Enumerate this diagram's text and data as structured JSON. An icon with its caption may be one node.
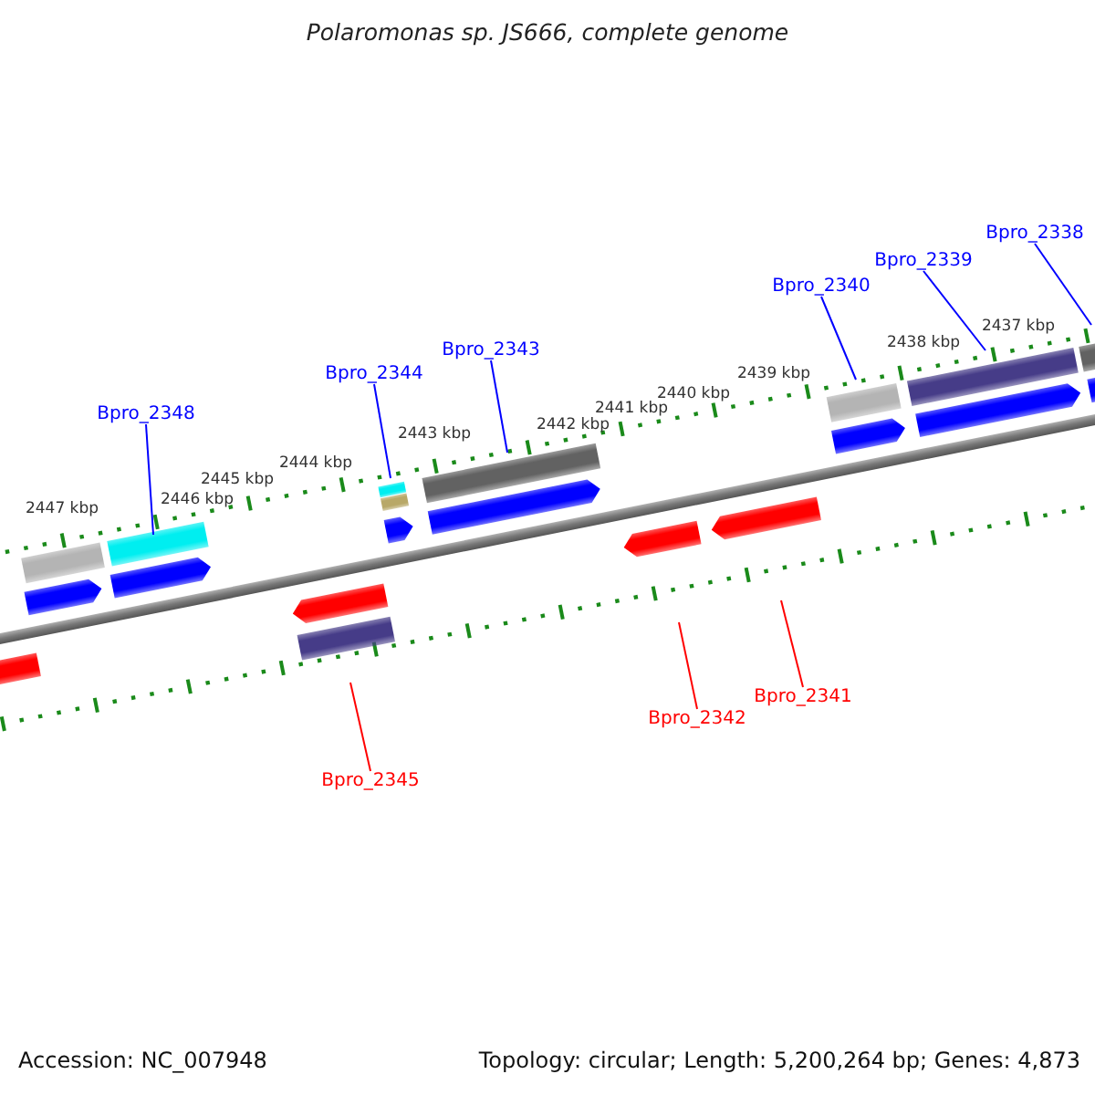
{
  "diagram": {
    "title": "Polaromonas sp. JS666, complete genome",
    "nodes": [
      {
        "text": [
          "Bpro_2338"
        ]
      },
      {
        "text": [
          "Bpro_2339"
        ]
      },
      {
        "text": [
          "Bpro_2340"
        ]
      },
      {
        "text": [
          "Bpro_2343"
        ]
      },
      {
        "text": [
          "Bpro_2344"
        ]
      },
      {
        "text": [
          "Bpro_2348"
        ]
      },
      {
        "text": [
          "Bpro_2341"
        ]
      },
      {
        "text": [
          "Bpro_2342"
        ]
      },
      {
        "text": [
          "Bpro_2345"
        ]
      }
    ],
    "edges": [
      {
        "from": 0,
        "to": null,
        "arrow": "none"
      },
      {
        "from": 1,
        "to": null,
        "arrow": "none"
      },
      {
        "from": 2,
        "to": null,
        "arrow": "none"
      },
      {
        "from": 3,
        "to": null,
        "arrow": "none"
      },
      {
        "from": 4,
        "to": null,
        "arrow": "none"
      },
      {
        "from": 5,
        "to": null,
        "arrow": "none"
      },
      {
        "from": 6,
        "to": null,
        "arrow": "none",
        "color": "#ff0000"
      },
      {
        "from": 7,
        "to": null,
        "arrow": "none",
        "color": "#ff0000"
      },
      {
        "from": 8,
        "to": null,
        "arrow": "none",
        "color": "#ff0000"
      }
    ],
    "labels": [
      "2437 kbp",
      "2438 kbp",
      "2439 kbp",
      "2440 kbp",
      "2441 kbp",
      "2442 kbp",
      "2443 kbp",
      "2444 kbp",
      "2445 kbp",
      "2446 kbp",
      "2447 kbp",
      "Accession: NC_007948",
      "Topology: circular; Length: 5,200,264 bp; Genes: 4,873"
    ]
  }
}
